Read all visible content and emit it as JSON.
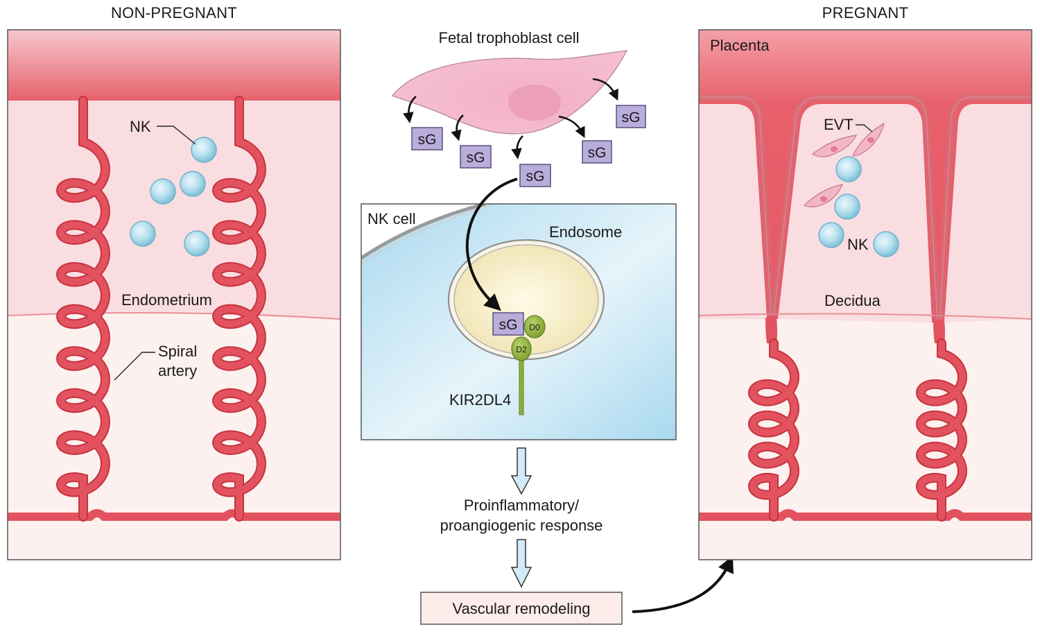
{
  "panels": {
    "non_pregnant": {
      "title": "NON-PREGNANT",
      "endometrium": "Endometrium",
      "nk": "NK",
      "spiral_1": "Spiral",
      "spiral_2": "artery"
    },
    "pregnant": {
      "title": "PREGNANT",
      "placenta": "Placenta",
      "evt": "EVT",
      "nk": "NK",
      "decidua": "Decidua"
    }
  },
  "center": {
    "trophoblast": "Fetal trophoblast cell",
    "sg": "sG",
    "nk_cell": "NK cell",
    "endosome": "Endosome",
    "d0": "D0",
    "d2": "D2",
    "receptor": "KIR2DL4",
    "response_1": "Proinflammatory/",
    "response_2": "proangiogenic response",
    "remodeling": "Vascular remodeling"
  },
  "colors": {
    "artery": "#e2535f",
    "tissue_pink": "#f9dde1",
    "lower_tissue": "#fcf1ef",
    "placenta_red": "#e8606b",
    "nk_cell": "#b8e0ee",
    "sg_box": "#b9addb",
    "receptor_green": "#8db03a"
  }
}
